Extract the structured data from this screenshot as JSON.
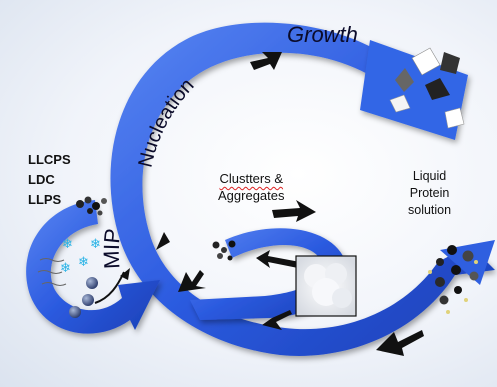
{
  "labels": {
    "growth": "Growth",
    "nucleation": "Nucleation",
    "mip": "MIP",
    "clusters_line1": "Clustters &",
    "clusters_line2": "Aggregates",
    "liquid_line1": "Liquid",
    "liquid_line2": "Protein",
    "liquid_line3": "solution",
    "llcps": "LLCPS",
    "ldc": "LDC",
    "llps": "LLPS"
  },
  "colors": {
    "arrow_blue": "#2f5fe0",
    "arrow_dark": "#1b3fb0",
    "text": "#111111"
  },
  "icons": [
    "snowflake-icon",
    "crystal-icon",
    "black-arrow-icon",
    "sphere-icon"
  ]
}
